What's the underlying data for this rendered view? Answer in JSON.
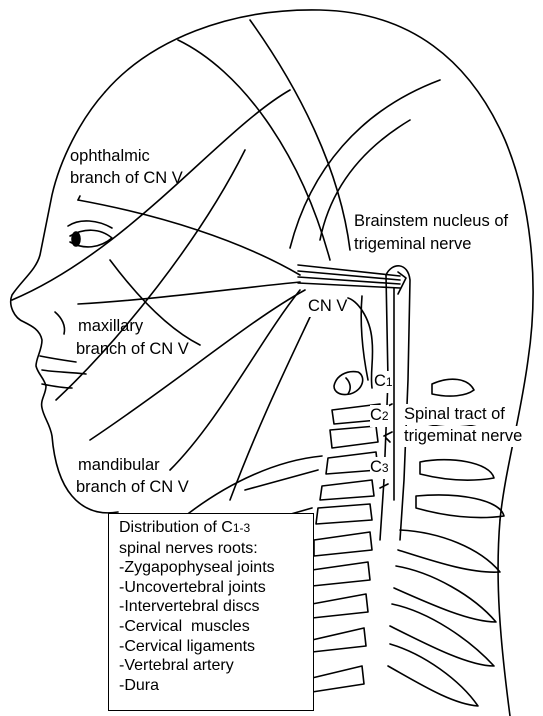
{
  "labels": {
    "ophthalmic_line1": "ophthalmic",
    "ophthalmic_line2": "branch of CN V",
    "maxillary_line1": "maxillary",
    "maxillary_line2": "branch of CN V",
    "mandibular_line1": "mandibular",
    "mandibular_line2": "branch of CN V",
    "brainstem_line1": "Brainstem nucleus of",
    "brainstem_line2": "trigeminal nerve",
    "cn5": "CN V",
    "c1": "C",
    "c1_sub": "1",
    "c2": "C",
    "c2_sub": "2",
    "c3": "C",
    "c3_sub": "3",
    "spinal_line1": "Spinal tract of",
    "spinal_line2": "trigeminat nerve"
  },
  "distribution_box": {
    "title_prefix": "Distribution of C",
    "title_sub": "1-3",
    "title_line2": "spinal nerves roots:",
    "items": [
      "-Zygapophyseal joints",
      "-Uncovertebral joints",
      "-Intervertebral discs",
      "-Cervical  muscles",
      "-Cervical ligaments",
      "-Vertebral artery",
      "-Dura"
    ]
  }
}
